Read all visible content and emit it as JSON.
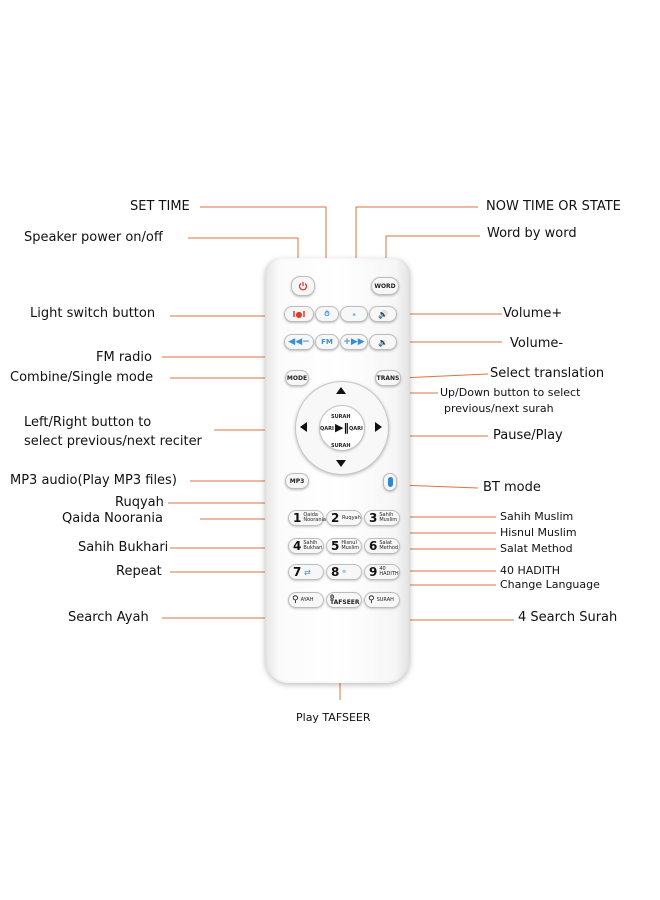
{
  "labels": {
    "set_time": "SET TIME",
    "now_time": "NOW TIME OR STATE",
    "speaker_power": "Speaker power on/off",
    "word_by_word": "Word by word",
    "light_switch": "Light switch button",
    "volume_up": "Volume+",
    "fm_radio": "FM radio",
    "volume_down": "Volume-",
    "combine_single": "Combine/Single mode",
    "select_translation": "Select translation",
    "updown_1": "Up/Down button to select",
    "updown_2": "previous/next surah",
    "leftright_1": "Left/Right button to",
    "leftright_2": "select previous/next reciter",
    "pause_play": "Pause/Play",
    "mp3_audio": "MP3 audio(Play MP3 files)",
    "bt_mode": "BT mode",
    "ruqyah": "Ruqyah",
    "qaida": "Qaida Noorania",
    "sahih_muslim": "Sahih Muslim",
    "hisnul_muslim": "Hisnul Muslim",
    "sahih_bukhari": "Sahih Bukhari",
    "salat_method": "Salat Method",
    "repeat": "Repeat",
    "forty_hadith": "40 HADITH",
    "change_language": "Change Language",
    "search_ayah": "Search Ayah",
    "search_surah": "4 Search Surah",
    "play_tafseer": "Play TAFSEER"
  },
  "remote": {
    "word_btn": "WORD",
    "mode_btn": "MODE",
    "trans_btn": "TRANS",
    "mp3_btn": "MP3",
    "fm_btn": "FM",
    "surah_top": "SURAH",
    "surah_bottom": "SURAH",
    "qari_left": "QARI",
    "qari_right": "QARI",
    "keys": [
      {
        "digit": "1",
        "text": "Qaida Noorania"
      },
      {
        "digit": "2",
        "text": "Ruqyah"
      },
      {
        "digit": "3",
        "text": "Sahih Muslim"
      },
      {
        "digit": "4",
        "text": "Sahih Bukhari"
      },
      {
        "digit": "5",
        "text": "Hisnul Muslim"
      },
      {
        "digit": "6",
        "text": "Salat Method"
      },
      {
        "digit": "7",
        "text": ""
      },
      {
        "digit": "8",
        "text": ""
      },
      {
        "digit": "9",
        "text": "40 HADITH"
      }
    ],
    "ayah_btn": "AYAH",
    "tafseer_btn": "0 TAFSEER",
    "surah_btn": "SURAH"
  },
  "colors": {
    "leader_line": "#e0733f",
    "power_red": "#e23a2a",
    "accent_blue": "#3a8fd8",
    "bt_blue": "#2f86d6"
  }
}
